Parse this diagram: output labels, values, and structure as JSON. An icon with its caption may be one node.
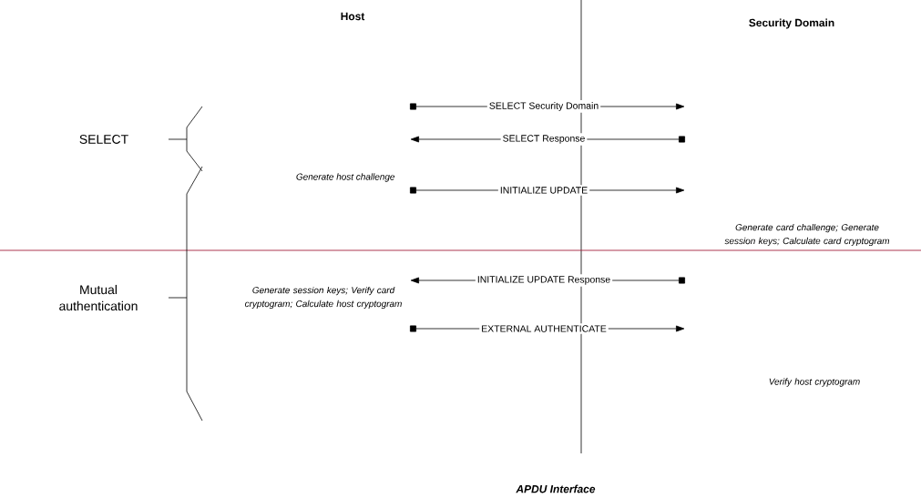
{
  "diagram": {
    "labels": [
      "Host",
      "Security Domain",
      "SELECT",
      "SELECT Security Domain",
      "SELECT Response",
      "Generate host challenge",
      "INITIALIZE UPDATE",
      "Generate card challenge; Generate session keys; Calculate card cryptogram",
      "Mutual authentication",
      "INITIALIZE UPDATE Response",
      "Generate session keys; Verify card cryptogram; Calculate host cryptogram",
      "EXTERNAL AUTHENTICATE",
      "Verify host cryptogram",
      "APDU Interface"
    ]
  }
}
